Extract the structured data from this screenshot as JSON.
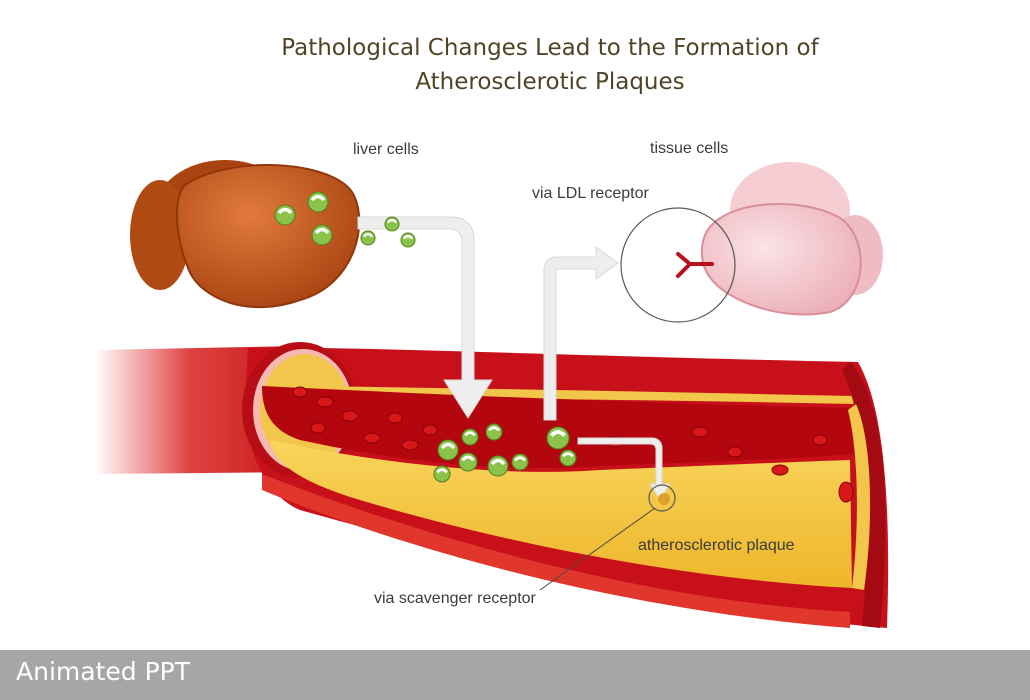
{
  "title": {
    "line1": "Pathological Changes Lead to the Formation of",
    "line2": "Atherosclerotic Plaques"
  },
  "labels": {
    "liver_cells": "liver cells",
    "tissue_cells": "tissue cells",
    "ldl_receptor": "via LDL receptor",
    "plaque": "atherosclerotic plaque",
    "scavenger_receptor": "via scavenger receptor"
  },
  "footer": {
    "text": "Animated PPT"
  },
  "colors": {
    "title": "#4f4526",
    "liver": "#c0541b",
    "tissue_cell": "#f2c6cc",
    "vessel_wall": "#c8101b",
    "blood": "#b3060f",
    "plaque": "#f5c63a",
    "lipoprotein_green": "#8bc34a",
    "arrow": "#eeeeee",
    "footer_bg": "#a6a6a6"
  }
}
